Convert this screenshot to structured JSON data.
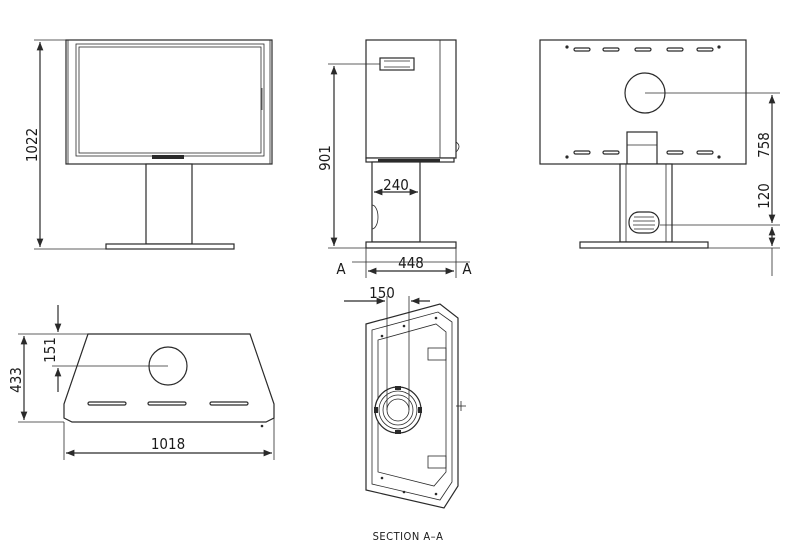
{
  "dimensions": {
    "total_height": "1022",
    "connection_height": "901",
    "pedestal_width": "240",
    "depth": "448",
    "rear_outlet_height": "758",
    "air_inlet_height": "120",
    "outlet_offset": "151",
    "plan_depth": "433",
    "width": "1018",
    "flue_diameter": "150"
  },
  "section_markers": {
    "left": "A",
    "right": "A"
  },
  "caption": "SECTION A–A"
}
